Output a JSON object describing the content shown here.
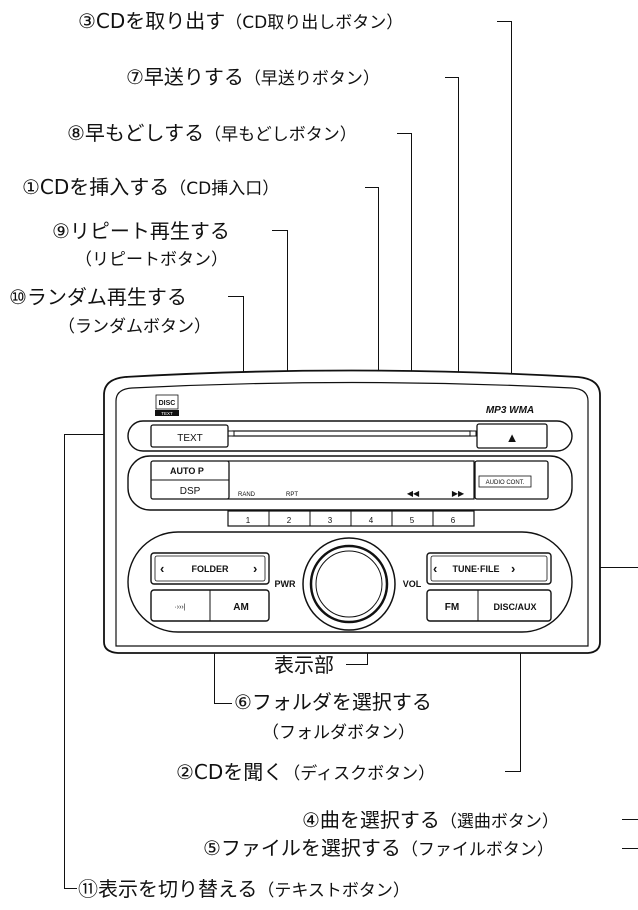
{
  "labels": {
    "l3": {
      "main": "③CDを取り出す",
      "sub": "（CD取り出しボタン）"
    },
    "l7": {
      "main": "⑦早送りする",
      "sub": "（早送りボタン）"
    },
    "l8": {
      "main": "⑧早もどしする",
      "sub": "（早もどしボタン）"
    },
    "l1": {
      "main": "①CDを挿入する",
      "sub": "（CD挿入口）"
    },
    "l9": {
      "main": "⑨リピート再生する",
      "sub": "（リピートボタン）"
    },
    "l10": {
      "main": "⑩ランダム再生する",
      "sub": "（ランダムボタン）"
    },
    "display": {
      "main": "表示部"
    },
    "l6": {
      "main": "⑥フォルダを選択する",
      "sub": "（フォルダボタン）"
    },
    "l2": {
      "main": "②CDを聞く",
      "sub": "（ディスクボタン）"
    },
    "l4": {
      "main": "④曲を選択する",
      "sub": "（選曲ボタン）"
    },
    "l5": {
      "main": "⑤ファイルを選択する",
      "sub": "（ファイルボタン）"
    },
    "l11": {
      "main": "⑪表示を切り替える",
      "sub": "（テキストボタン）"
    }
  },
  "unit": {
    "logo_top": "DISC",
    "logo_sub": "TEXT",
    "format_logo": "MP3 WMA",
    "eject_symbol": "▲",
    "text_button": "TEXT",
    "auto_p": "AUTO P",
    "dsp": "DSP",
    "rand": "RAND",
    "rpt": "RPT",
    "rew": "◀◀",
    "ff": "▶▶",
    "audio_cont": "AUDIO CONT.",
    "presets": [
      "1",
      "2",
      "3",
      "4",
      "5",
      "6"
    ],
    "folder": "FOLDER",
    "tune_file": "TUNE·FILE",
    "pwr": "PWR",
    "vol": "VOL",
    "am": "AM",
    "fm": "FM",
    "disc_aux": "DISC/AUX",
    "scan": "·›››|"
  }
}
